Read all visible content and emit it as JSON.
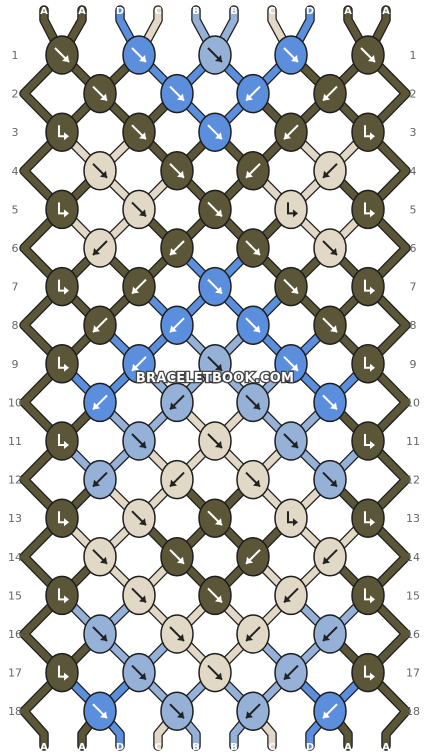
{
  "watermark": "BRACELETBOOK.COM",
  "strand_labels": [
    "A",
    "A",
    "D",
    "C",
    "B",
    "B",
    "C",
    "D",
    "A",
    "A"
  ],
  "colors": {
    "A": "#5b5637",
    "B": "#95b1d8",
    "C": "#e2d8c6",
    "D": "#5b8fdd",
    "text_dark": "#ffffff",
    "text_light": "#ffffff",
    "knot_outline": "#1e1e1e",
    "arrow_on_dark": "#ffffff",
    "arrow_on_light": "#222222",
    "row_number": "#666666"
  },
  "row_numbers": [
    "1",
    "2",
    "3",
    "4",
    "5",
    "6",
    "7",
    "8",
    "9",
    "10",
    "11",
    "12",
    "13",
    "14",
    "15",
    "16",
    "17",
    "18"
  ],
  "knots": [
    [
      "A:se",
      "D:se",
      "B:se",
      "D:se",
      "A:se"
    ],
    [
      "A:se",
      "D:se",
      "D:sw",
      "A:sw"
    ],
    [
      "A:sb",
      "A:se",
      "D:se",
      "A:sw",
      "A:sb"
    ],
    [
      "C:se",
      "A:se",
      "A:sw",
      "C:sw"
    ],
    [
      "A:sb",
      "C:se",
      "A:se",
      "C:sb",
      "A:sb"
    ],
    [
      "C:sw",
      "A:sw",
      "A:se",
      "C:se"
    ],
    [
      "A:sb",
      "A:sw",
      "D:se",
      "A:se",
      "A:sb"
    ],
    [
      "A:sw",
      "D:sw",
      "D:se",
      "A:se"
    ],
    [
      "A:sb",
      "D:sw",
      "B:se",
      "D:se",
      "A:sb"
    ],
    [
      "D:sw",
      "B:sw",
      "B:se",
      "D:se"
    ],
    [
      "A:sb",
      "B:se",
      "C:se",
      "B:se",
      "A:sb"
    ],
    [
      "B:sw",
      "C:sw",
      "C:se",
      "B:se"
    ],
    [
      "A:sb",
      "C:se",
      "A:se",
      "C:sb",
      "A:sb"
    ],
    [
      "C:se",
      "A:se",
      "A:sw",
      "C:sw"
    ],
    [
      "A:sb",
      "C:se",
      "A:se",
      "C:sw",
      "A:sb"
    ],
    [
      "B:se",
      "C:se",
      "C:sw",
      "B:sw"
    ],
    [
      "A:sb",
      "B:se",
      "C:se",
      "B:sw",
      "A:sb"
    ],
    [
      "D:se",
      "B:se",
      "B:sw",
      "D:sw"
    ]
  ]
}
